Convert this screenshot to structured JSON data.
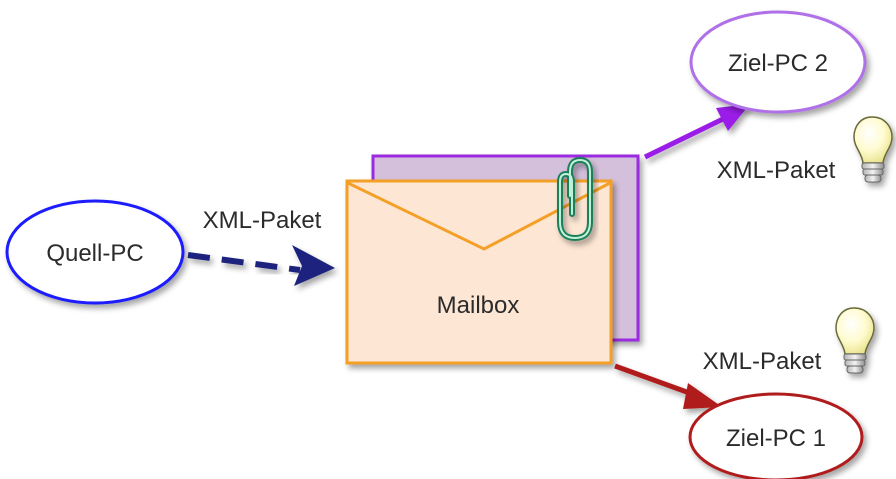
{
  "nodes": {
    "source": {
      "label": "Quell-PC",
      "stroke": "#1a1aff"
    },
    "mailbox": {
      "label": "Mailbox",
      "stroke": "#f4a028",
      "fill": "#fde6d4",
      "back_fill": "#d4c0db",
      "back_stroke": "#9b2be0"
    },
    "target2": {
      "label": "Ziel-PC 2",
      "stroke": "#b070e8"
    },
    "target1": {
      "label": "Ziel-PC 1",
      "stroke": "#b01c1c"
    }
  },
  "edges": {
    "source_to_mailbox": {
      "label": "XML-Paket",
      "color": "#1a237e",
      "style": "dashed"
    },
    "mailbox_to_target2": {
      "label": "XML-Paket",
      "color": "#9b1ee8"
    },
    "mailbox_to_target1": {
      "label": "XML-Paket",
      "color": "#b01c1c"
    }
  },
  "icons": [
    "lightbulb-icon",
    "lightbulb-icon",
    "paperclip-icon"
  ]
}
